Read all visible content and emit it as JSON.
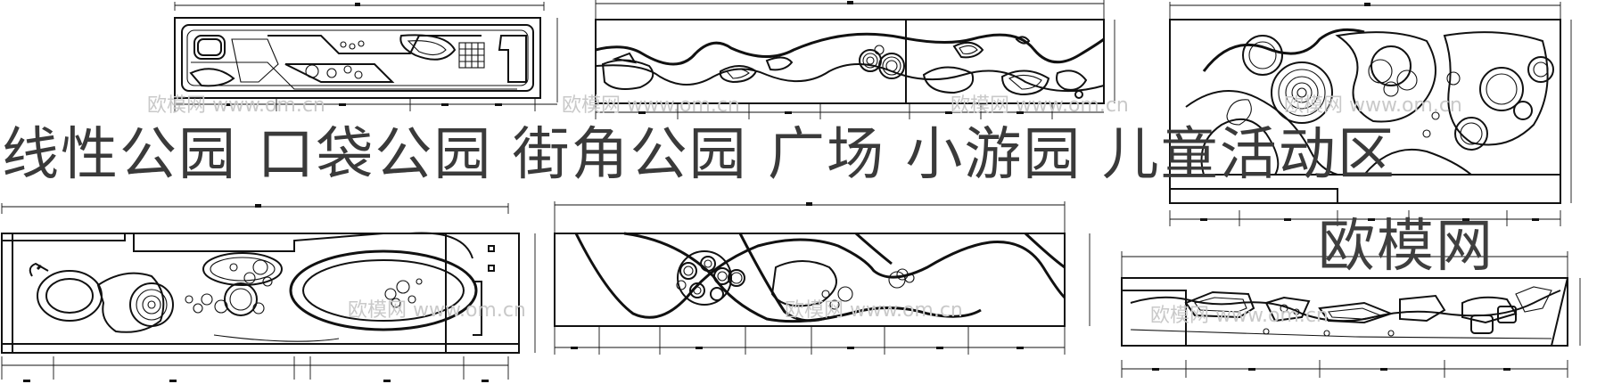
{
  "headline": "线性公园  口袋公园  街角公园  广场  小游园  儿童活动区",
  "brand": "欧模网",
  "watermark": "欧模网 www.om.cn",
  "panels": [
    {
      "id": "panel-1"
    },
    {
      "id": "panel-2"
    },
    {
      "id": "panel-3"
    },
    {
      "id": "panel-4"
    },
    {
      "id": "panel-5"
    },
    {
      "id": "panel-6"
    }
  ]
}
